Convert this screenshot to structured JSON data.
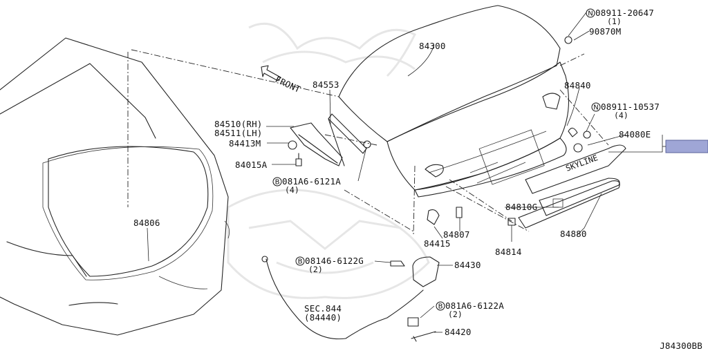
{
  "diagram": {
    "drawing_code": "J84300BB",
    "front_arrow_label": "FRONT",
    "sec_ref": {
      "line1": "SEC.844",
      "line2": "(84440)"
    },
    "highlight_color": "#9fa6d6",
    "watermark_icon": "samurai-helmet-watermark",
    "parts": {
      "p84300": "84300",
      "p84553": "84553",
      "p84510": "84510(RH)",
      "p84511": "84511(LH)",
      "p84413m": "84413M",
      "p84015a": "84015A",
      "p84806": "84806",
      "p84840": "84840",
      "p90870m": "90870M",
      "p84080e": "84080E",
      "p84810g": "84810G",
      "p84880": "84880",
      "p84807": "84807",
      "p84415": "84415",
      "p84814": "84814",
      "p84430": "84430",
      "p84420": "84420"
    },
    "fasteners": {
      "n1": {
        "prefix": "N",
        "code": "08911-20647",
        "qty": "(1)"
      },
      "n2": {
        "prefix": "N",
        "code": "08911-10537",
        "qty": "(4)"
      },
      "b1": {
        "prefix": "B",
        "code": "081A6-6121A",
        "qty": "(4)"
      },
      "b2": {
        "prefix": "B",
        "code": "08146-6122G",
        "qty": "(2)"
      },
      "b3": {
        "prefix": "B",
        "code": "081A6-6122A",
        "qty": "(2)"
      }
    },
    "emblem_text": "SKYLINE"
  }
}
